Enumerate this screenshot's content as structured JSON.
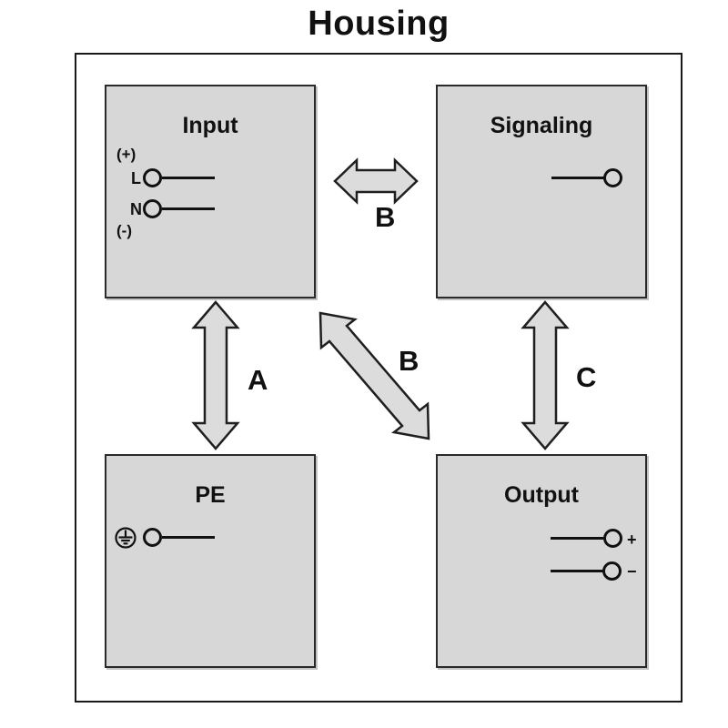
{
  "title": "Housing",
  "colors": {
    "box_fill": "#d7d7d7",
    "arrow_fill": "#dcdcdc",
    "outline": "#1a1a1a",
    "background": "#ffffff",
    "text": "#111111"
  },
  "boxes": {
    "input": {
      "title": "Input",
      "polarity_top": "(+)",
      "terminal_line": "L",
      "terminal_neutral": "N",
      "polarity_bottom": "(-)"
    },
    "signaling": {
      "title": "Signaling"
    },
    "pe": {
      "title": "PE"
    },
    "output": {
      "title": "Output",
      "terminal_positive": "+",
      "terminal_negative": "−"
    }
  },
  "arrows": {
    "a": {
      "label": "A",
      "connects": "Input - PE"
    },
    "b_horizontal": {
      "label": "B",
      "connects": "Input - Signaling"
    },
    "b_diagonal": {
      "label": "B",
      "connects": "Input - Output"
    },
    "c": {
      "label": "C",
      "connects": "Signaling - Output"
    }
  }
}
